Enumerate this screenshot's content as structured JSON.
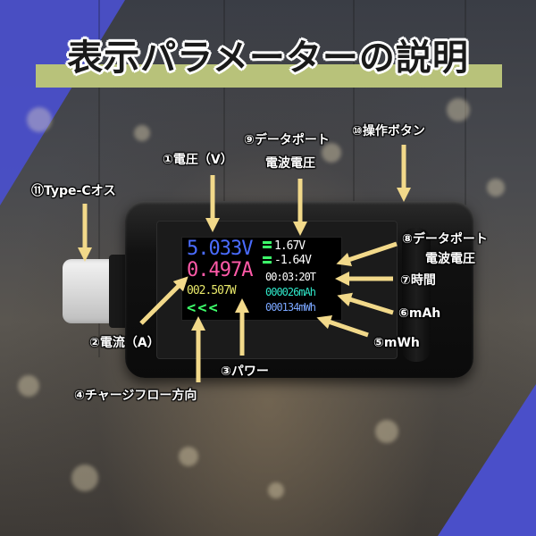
{
  "title": "表示パラメーターの説明",
  "screen": {
    "voltage": "5.033V",
    "current": "0.497A",
    "power": "002.507W",
    "flow_arrows": "<<<",
    "dplus": "1.67V",
    "dminus": "-1.64V",
    "time": "00:03:20T",
    "mah": "000026mAh",
    "mwh": "000134mWh"
  },
  "labels": {
    "voltage": "①電圧（V）",
    "current": "②電流（A）",
    "power": "③パワー",
    "flow": "④チャージフロー方向",
    "mwh": "⑤mWh",
    "mah": "⑥mAh",
    "time": "⑦時間",
    "dminus_line1": "⑧データポート",
    "dminus_line2": "電波電圧",
    "dplus_line1": "⑨データポート",
    "dplus_line2": "電波電圧",
    "button": "⑩操作ボタン",
    "typec": "⑪Type-Cオス"
  },
  "colors": {
    "accent_band": "#b8c27a",
    "arrow": "#f2d98a",
    "corner_blue": "#4a4fc9"
  }
}
